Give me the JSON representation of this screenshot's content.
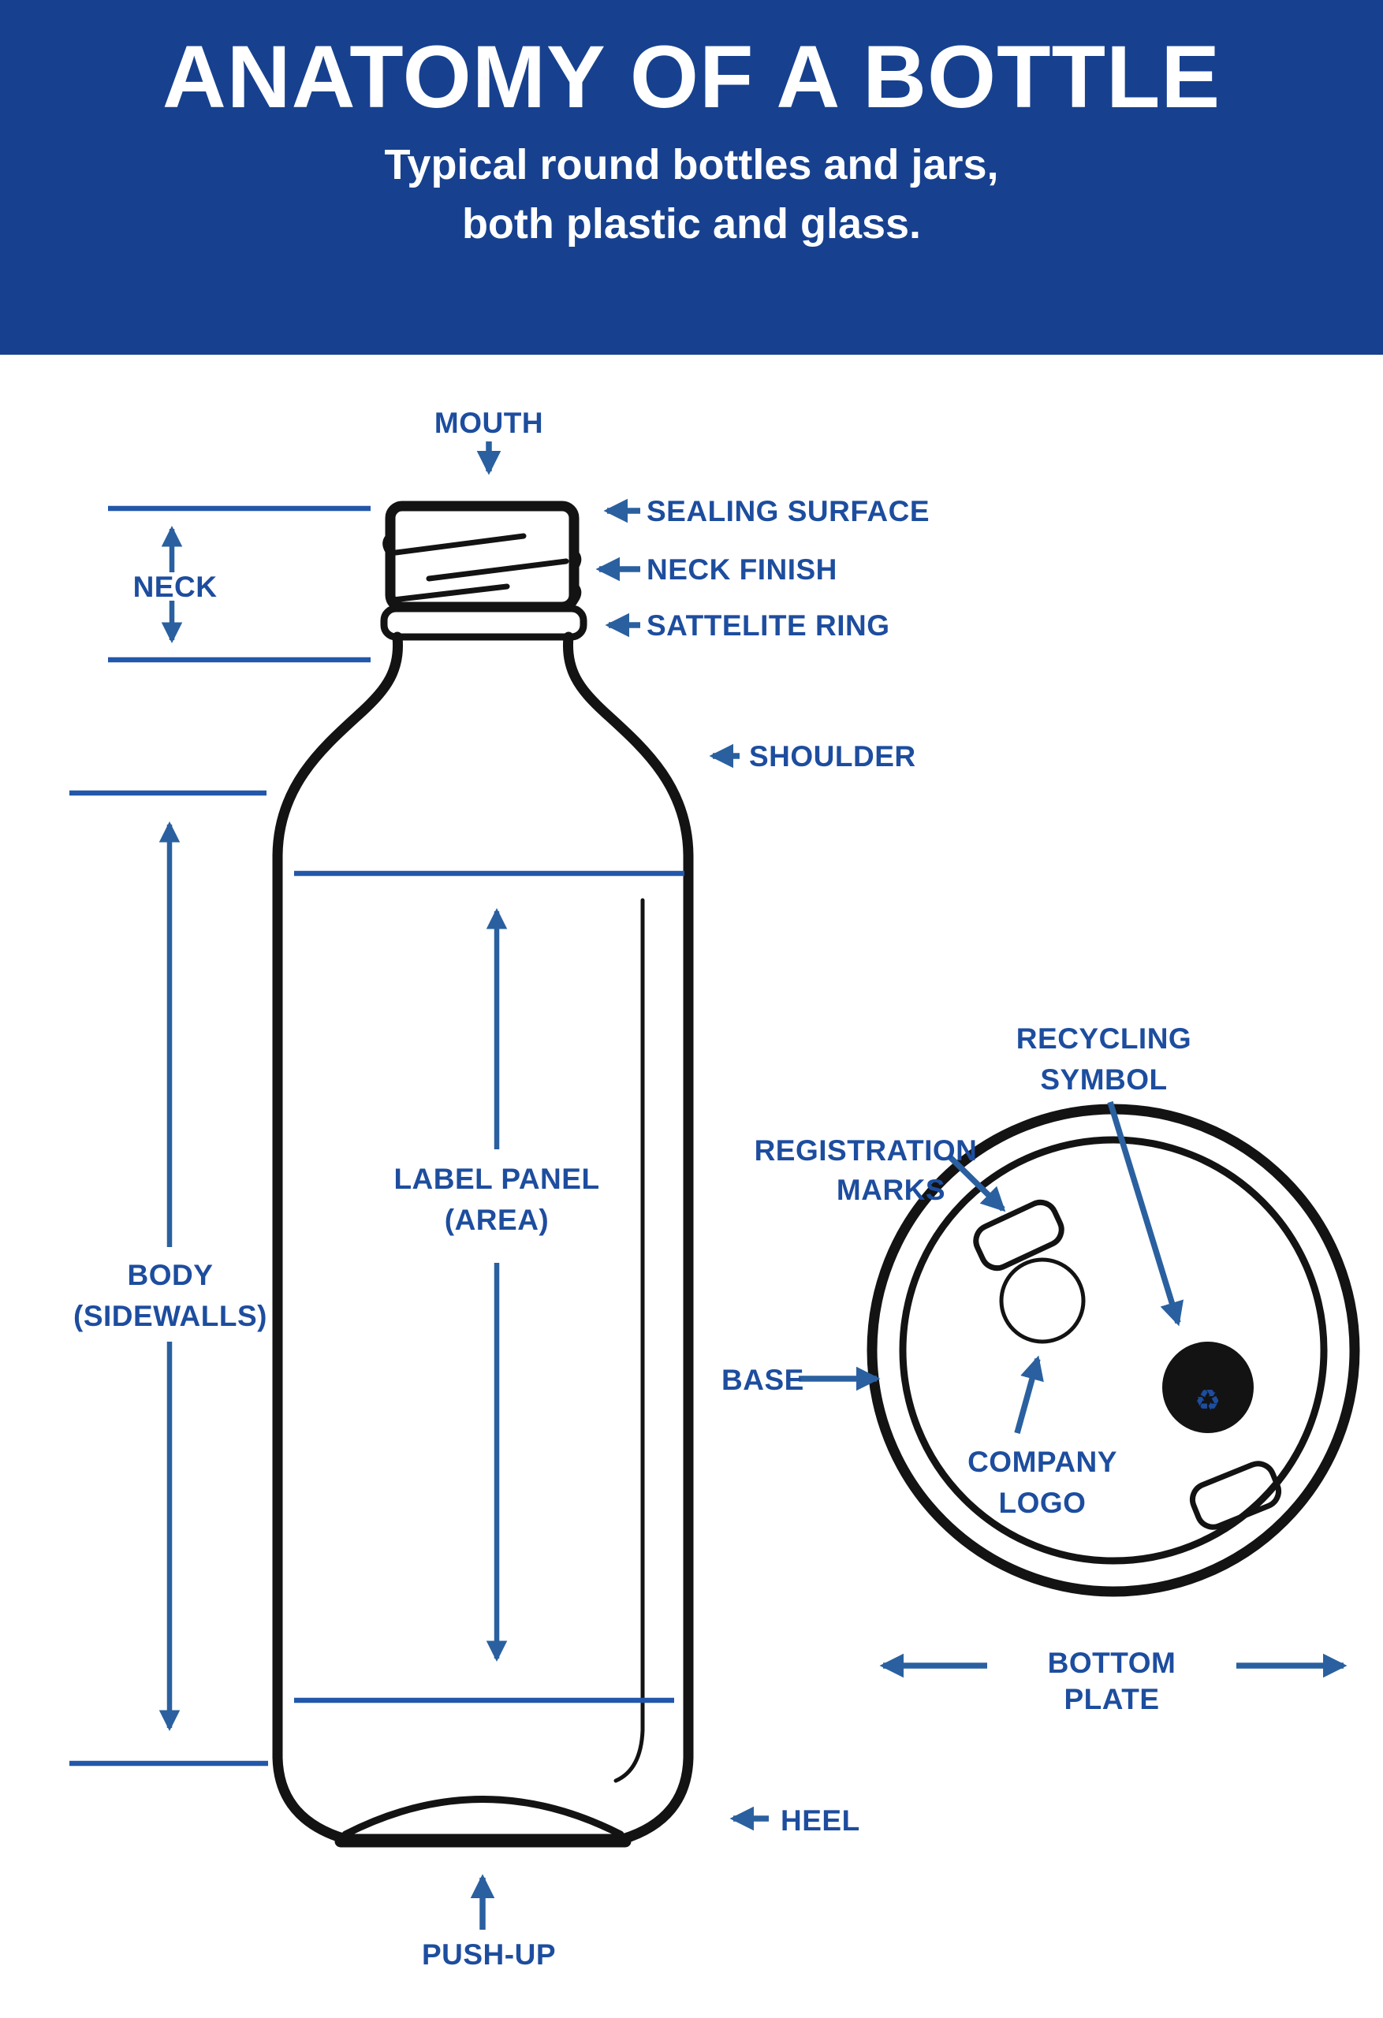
{
  "header": {
    "title": "ANATOMY OF A BOTTLE",
    "subtitle_line1": "Typical round bottles and jars,",
    "subtitle_line2": "both plastic and glass."
  },
  "colors": {
    "banner_blue": "#17418f",
    "label_blue": "#1d4d9e",
    "line_blue": "#2257ab",
    "arrow_blue": "#2a609f",
    "outline_black": "#131313"
  },
  "bottle_labels": {
    "mouth": "MOUTH",
    "sealing_surface": "SEALING SURFACE",
    "neck_finish": "NECK FINISH",
    "sattelite_ring": "SATTELITE RING",
    "neck": "NECK",
    "shoulder": "SHOULDER",
    "label_panel_line1": "LABEL PANEL",
    "label_panel_line2": "(AREA)",
    "body_line1": "BODY",
    "body_line2": "(SIDEWALLS)",
    "heel": "HEEL",
    "push_up": "PUSH-UP"
  },
  "base_labels": {
    "recycling_line1": "RECYCLING",
    "recycling_line2": "SYMBOL",
    "registration_line1": "REGISTRATION",
    "registration_line2": "MARKS",
    "base": "BASE",
    "company_line1": "COMPANY",
    "company_line2": "LOGO",
    "bottom_plate_line1": "BOTTOM",
    "bottom_plate_line2": "PLATE"
  },
  "icons": {
    "recycling_symbol": "♻"
  }
}
